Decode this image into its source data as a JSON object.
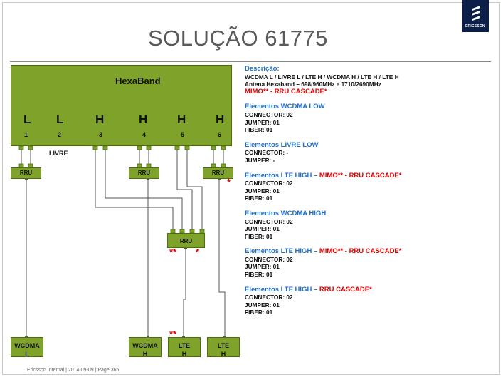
{
  "slide_title": "SOLUÇÃO 61775",
  "logo_text": "ERICSSON",
  "hexaband": {
    "label": "HexaBand",
    "bands": [
      {
        "letter": "L",
        "number": "1"
      },
      {
        "letter": "L",
        "number": "2"
      },
      {
        "letter": "H",
        "number": "3"
      },
      {
        "letter": "H",
        "number": "4"
      },
      {
        "letter": "H",
        "number": "5"
      },
      {
        "letter": "H",
        "number": "6"
      }
    ],
    "free_label": "LIVRE"
  },
  "rru_label": "RRU",
  "stars": {
    "double": "**",
    "single": "*"
  },
  "antennas": [
    {
      "line1": "WCDMA",
      "line2": "L"
    },
    {
      "line1": "WCDMA",
      "line2": "H"
    },
    {
      "line1": "LTE",
      "line2": "H"
    },
    {
      "line1": "LTE",
      "line2": "H"
    }
  ],
  "description": {
    "heading": "Descrição:",
    "line1": "WCDMA L / LIVRE L / LTE H / WCDMA H / LTE H / LTE H",
    "line2": "Antena Hexaband – 698/960MHz  e  1710/2690MHz",
    "line3": "MIMO** - RRU CASCADE*"
  },
  "elements": [
    {
      "title": "Elementos WCDMA LOW",
      "title_red": "",
      "connector": "CONNECTOR: 02",
      "jumper": "JUMPER: 01",
      "fiber": "FIBER: 01"
    },
    {
      "title": "Elementos LIVRE LOW",
      "title_red": "",
      "connector": "CONNECTOR: -",
      "jumper": "JUMPER: -",
      "fiber": ""
    },
    {
      "title": "Elementos LTE HIGH – ",
      "title_red": "MIMO** - RRU CASCADE*",
      "connector": "CONNECTOR: 02",
      "jumper": "JUMPER: 01",
      "fiber": "FIBER: 01"
    },
    {
      "title": "Elementos WCDMA HIGH",
      "title_red": "",
      "connector": "CONNECTOR: 02",
      "jumper": "JUMPER: 01",
      "fiber": "FIBER: 01"
    },
    {
      "title": "Elementos LTE HIGH – ",
      "title_red": "MIMO** - RRU CASCADE*",
      "connector": "CONNECTOR: 02",
      "jumper": "JUMPER: 01",
      "fiber": "FIBER: 01"
    },
    {
      "title": "Elementos LTE HIGH – ",
      "title_red": "RRU CASCADE*",
      "connector": "CONNECTOR: 02",
      "jumper": "JUMPER: 01",
      "fiber": "FIBER: 01"
    }
  ],
  "footer": "Ericsson Internal  |  2014-09-09  |  Page 365"
}
